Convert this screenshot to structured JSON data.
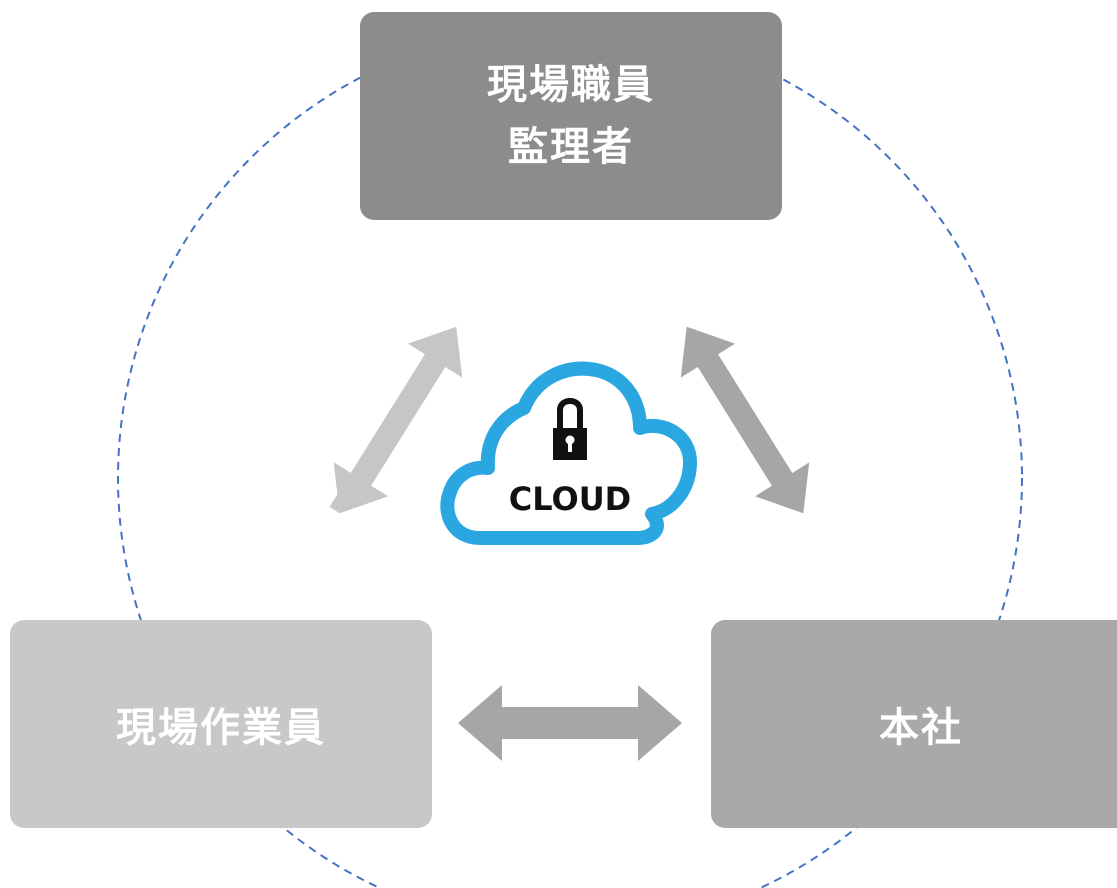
{
  "nodes": {
    "top": {
      "line1": "現場職員",
      "line2": "監理者"
    },
    "bottom_left": {
      "label": "現場作業員"
    },
    "bottom_right": {
      "label": "本社"
    }
  },
  "cloud": {
    "label": "CLOUD",
    "icon": "lock-icon"
  },
  "colors": {
    "top_node": "#8c8c8c",
    "left_node": "#c8c8c8",
    "right_node": "#a9a9a9",
    "arrow_light": "#c6c6c6",
    "arrow_mid": "#a6a6a6",
    "cloud_outline": "#2aa7e0",
    "dashed_circle": "#4472c4"
  }
}
